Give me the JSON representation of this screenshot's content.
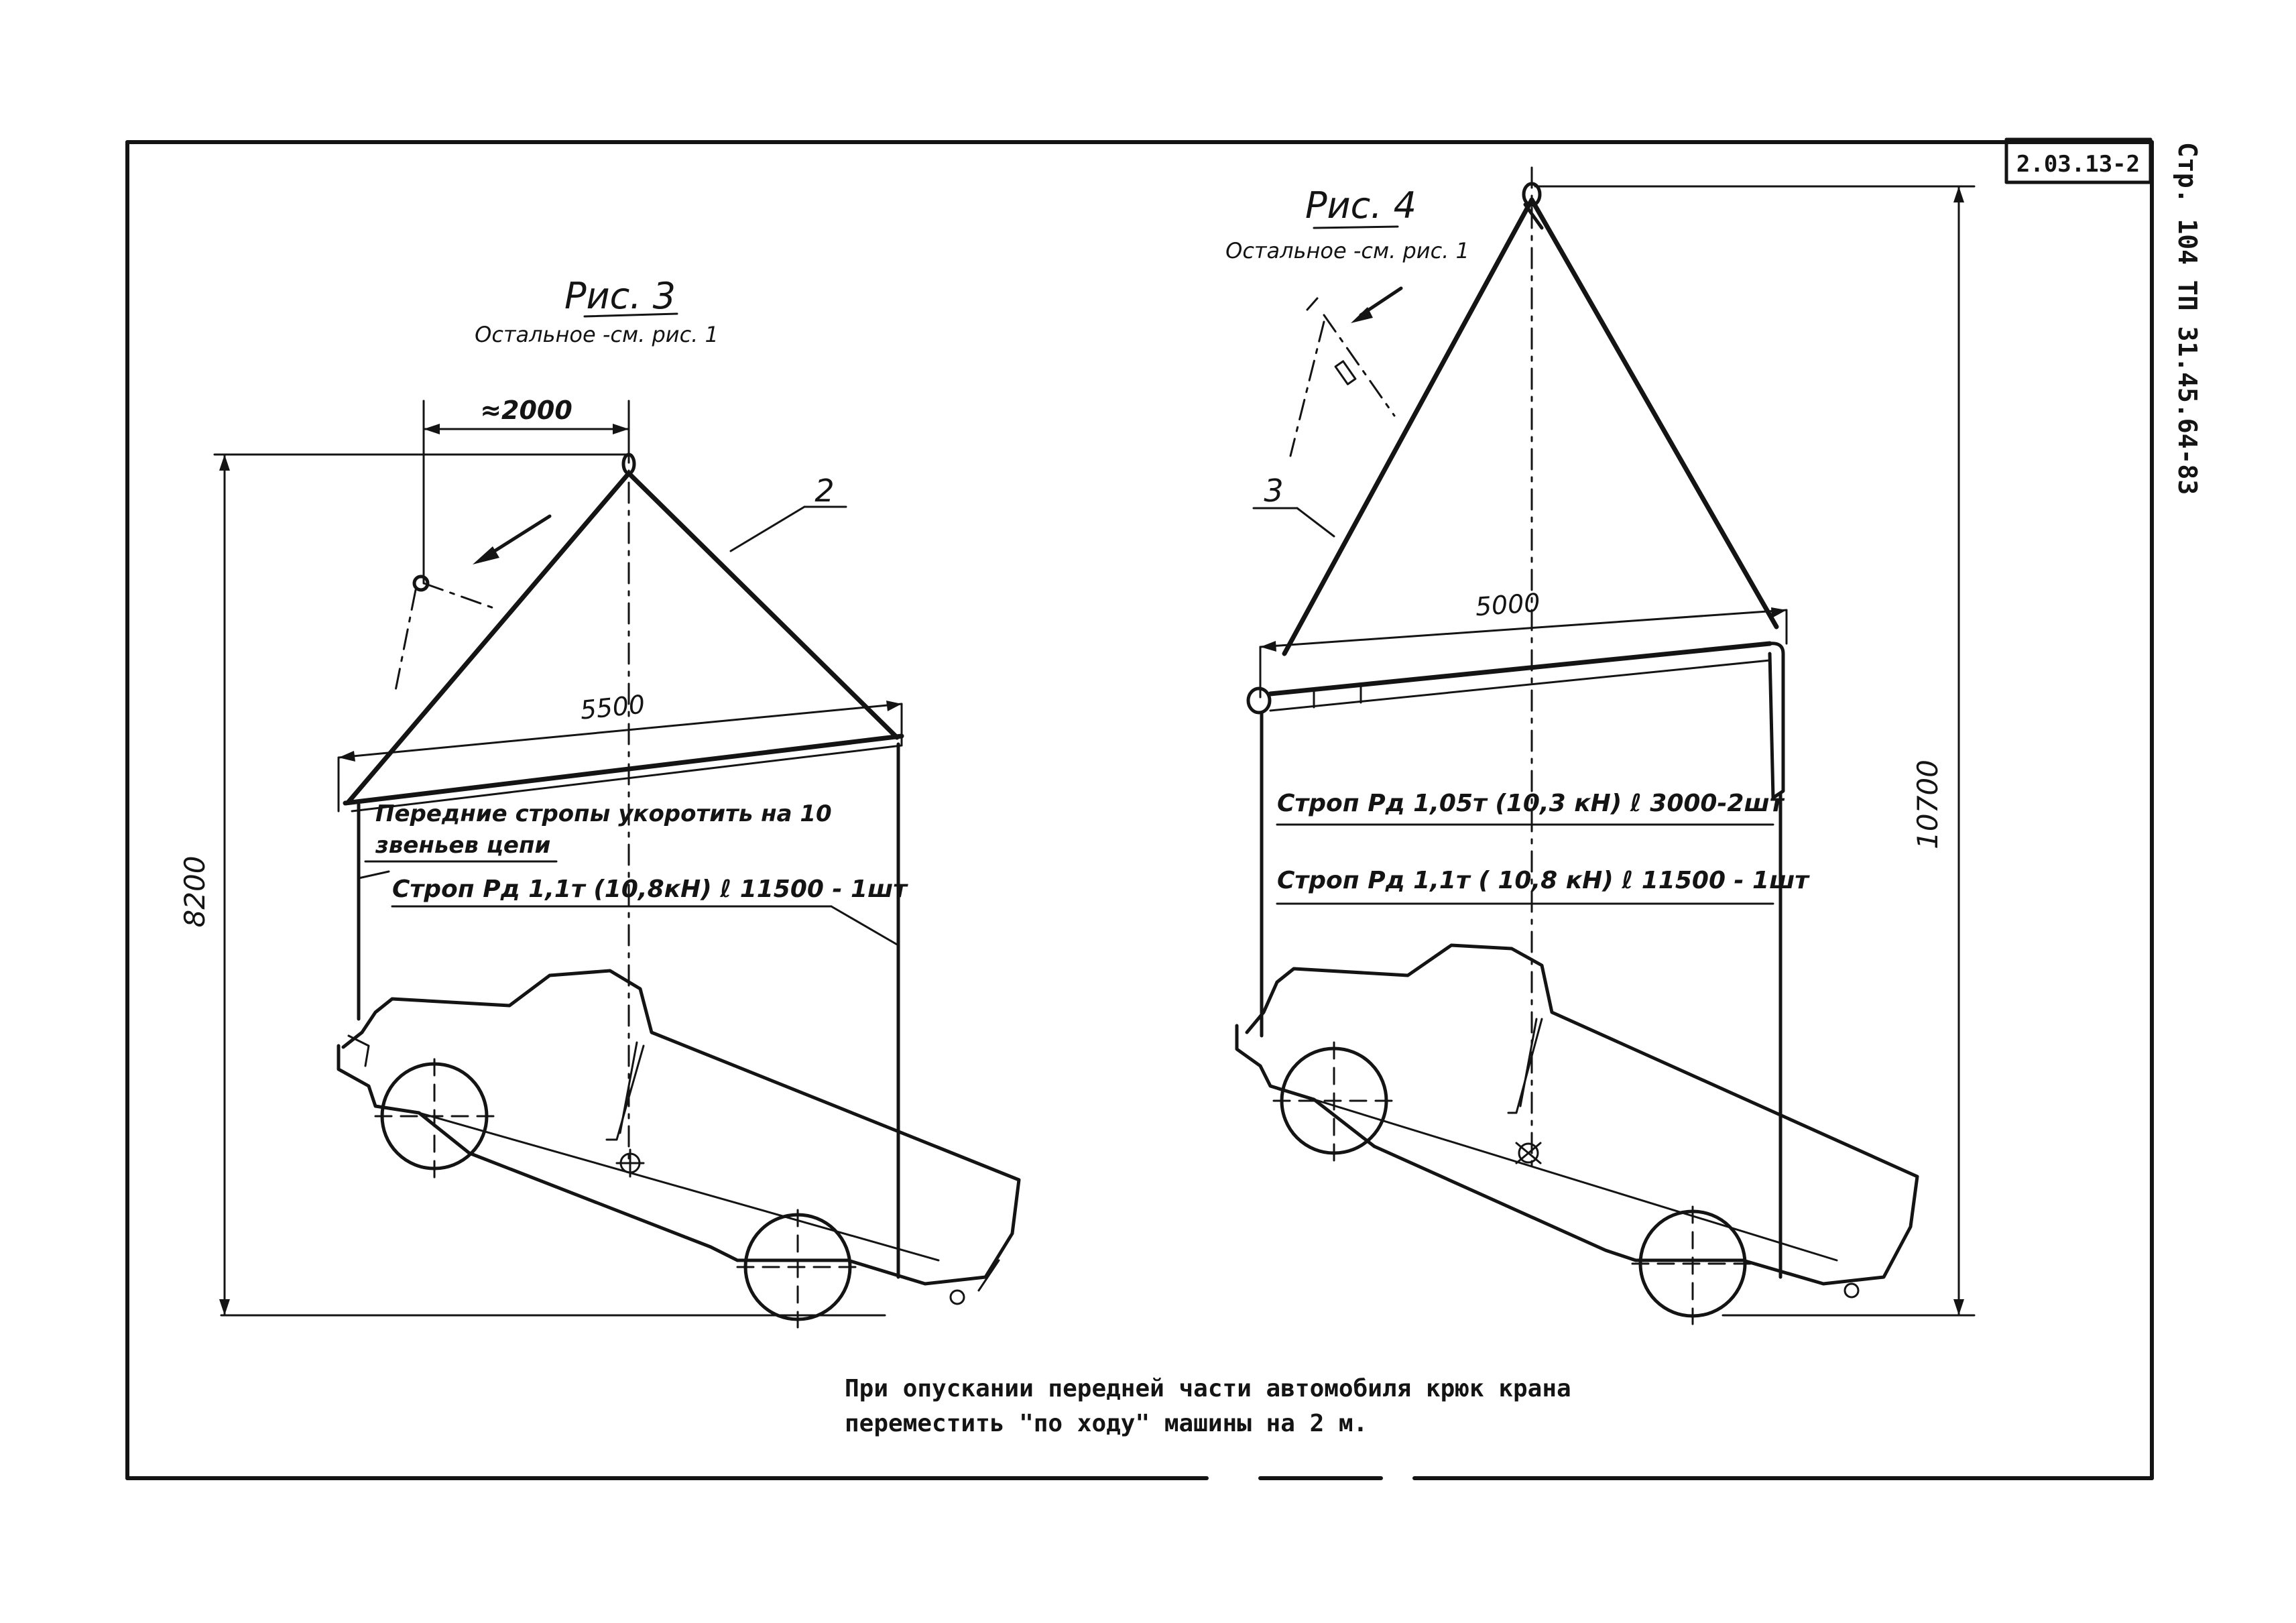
{
  "sheet": {
    "code": "2.03.13-2",
    "side_label": "Стр. 104 ТП 31.45.64-83"
  },
  "fig3": {
    "title": "Рис. 3",
    "subtitle": "Остальное -см. рис. 1",
    "dim_top": "≈2000",
    "dim_width": "5500",
    "dim_height": "8200",
    "callout": "2",
    "note_line1": "Передние стропы укоротить на 10",
    "note_line2": "звеньев цепи",
    "sling": "Строп Рд 1,1т (10,8кН) ℓ 11500 - 1шт"
  },
  "fig4": {
    "title": "Рис. 4",
    "subtitle": "Остальное -см. рис. 1",
    "dim_width": "5000",
    "dim_height": "10700",
    "callout": "3",
    "sling_short": "Строп Рд 1,05т (10,3 кН) ℓ 3000-2шт",
    "sling_long": "Строп Рд 1,1т ( 10,8 кН) ℓ 11500 - 1шт"
  },
  "footer": {
    "line1": "При опускании передней части автомобиля крюк крана",
    "line2": "переместить \"по ходу\" машины на 2 м."
  }
}
